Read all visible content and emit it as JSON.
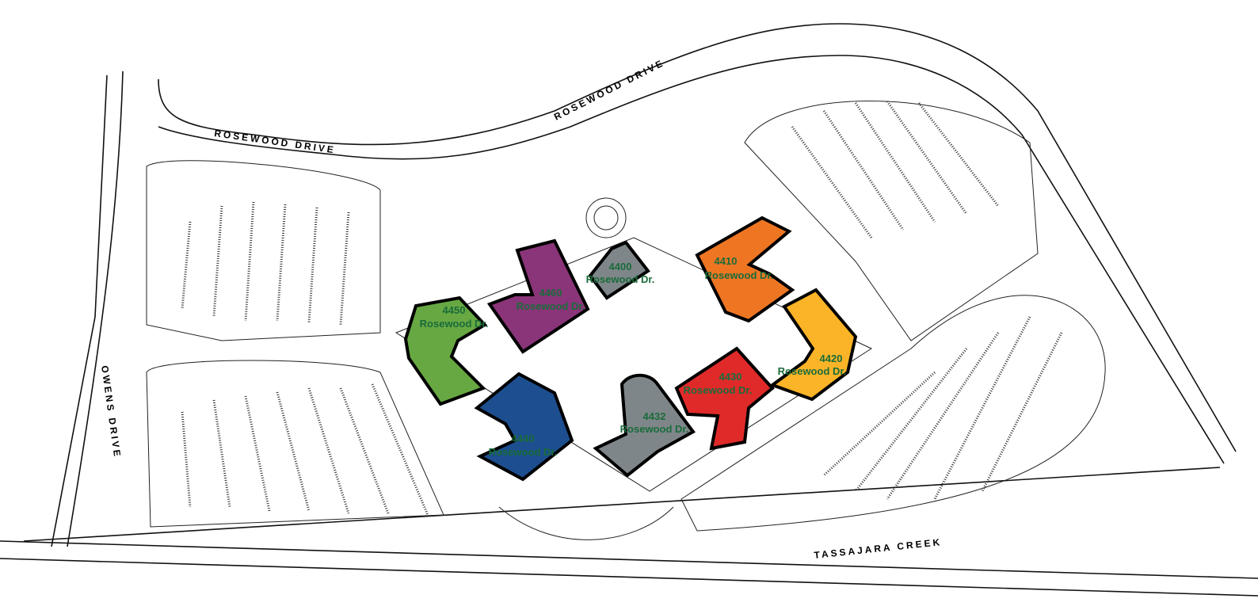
{
  "streets": {
    "rosewood_west": "ROSEWOOD DRIVE",
    "rosewood_north": "ROSEWOOD DRIVE",
    "owens": "OWENS DRIVE",
    "tassajara": "TASSAJARA CREEK"
  },
  "buildings": [
    {
      "number": "4400",
      "street": "Rosewood Dr.",
      "color": "#7f868a"
    },
    {
      "number": "4410",
      "street": "Rosewood Dr.",
      "color": "#ee7623"
    },
    {
      "number": "4420",
      "street": "Rosewood Dr.",
      "color": "#fbb427"
    },
    {
      "number": "4430",
      "street": "Rosewood Dr.",
      "color": "#e02a2a"
    },
    {
      "number": "4432",
      "street": "Rosewood Dr.",
      "color": "#7f868a"
    },
    {
      "number": "4440",
      "street": "Rosewood Dr.",
      "color": "#1d4e8f"
    },
    {
      "number": "4450",
      "street": "Rosewood Dr.",
      "color": "#67a843"
    },
    {
      "number": "4460",
      "street": "Rosewood Dr.",
      "color": "#8a3579"
    }
  ],
  "label_color": "#1a6b3a"
}
